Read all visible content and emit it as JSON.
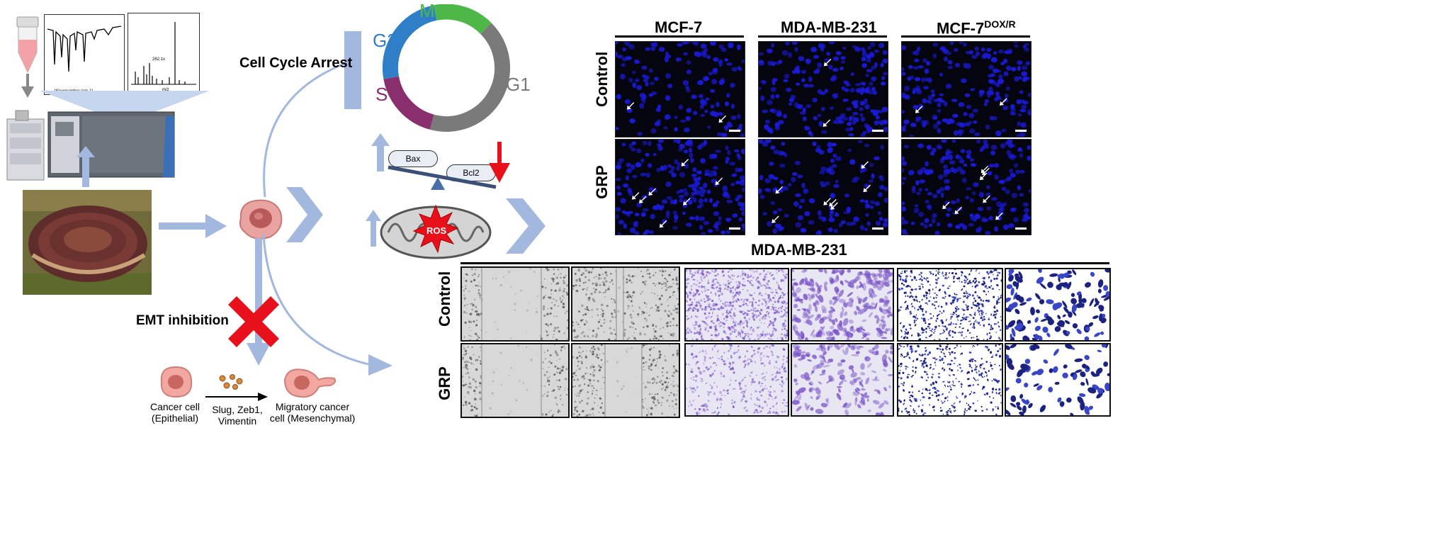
{
  "left": {
    "process_label": "Cell Cycle Arrest",
    "emt_label": "EMT inhibition",
    "ftir_axis": "Wavenumber (cm-1)",
    "ms_axis": "m/z",
    "ms_peak_label": "262.1x"
  },
  "cell_cycle": {
    "phases": [
      {
        "name": "M",
        "color": "#4db848"
      },
      {
        "name": "G2",
        "color": "#2f7fc8"
      },
      {
        "name": "S",
        "color": "#8a2f6e"
      },
      {
        "name": "G1",
        "color": "#7a7a7a"
      }
    ]
  },
  "apoptosis": {
    "bax": "Bax",
    "bcl2": "Bcl2",
    "ros": "ROS"
  },
  "emt": {
    "epithelial": [
      "Cancer cell",
      "(Epithelial)"
    ],
    "factors": [
      "Slug, Zeb1,",
      "Vimentin"
    ],
    "mesenchymal": [
      "Migratory cancer",
      "cell (Mesenchymal)"
    ]
  },
  "staining": {
    "columns": [
      "MCF-7",
      "MDA-MB-231",
      "MCF-7"
    ],
    "superscript": "DOX/R",
    "rows": [
      "Control",
      "GRP"
    ]
  },
  "migration": {
    "title": "MDA-MB-231",
    "rows": [
      "Control",
      "GRP"
    ]
  },
  "colors": {
    "arrow": "#a3b8de",
    "hoechst": "#1a1ad8",
    "crystal_violet": "#7a55c8",
    "cross": "#e8101b"
  }
}
